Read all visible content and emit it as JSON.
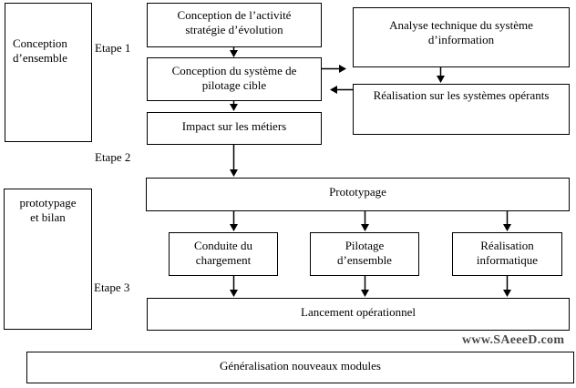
{
  "canvas": {
    "background": "#ffffff",
    "line_color": "#000000"
  },
  "stages": [
    {
      "label": "Etape 1"
    },
    {
      "label": "Etape 2"
    },
    {
      "label": "Etape 3"
    }
  ],
  "boxes": {
    "conception_ensemble": "Conception\nd’ensemble",
    "prototypage_bilan": "prototypage\net bilan",
    "activite": "Conception de l’activité\nstratégie d’évolution",
    "pilotage_cible": "Conception du système de\npilotage cible",
    "impact": "Impact sur les métiers",
    "analyse": "Analyse technique du système\nd’information",
    "realisation_sys": "Réalisation sur les systèmes opérants",
    "prototypage": "Prototypage",
    "conduite": "Conduite du\nchargement",
    "pilotage_ensemble": "Pilotage\nd’ensemble",
    "realisation_info": "Réalisation\ninformatique",
    "lancement": "Lancement opérationnel",
    "generalisation": "Généralisation nouveaux modules"
  },
  "watermark": {
    "text": "www.SAeeeD.com",
    "color": "#4a4a4a"
  }
}
